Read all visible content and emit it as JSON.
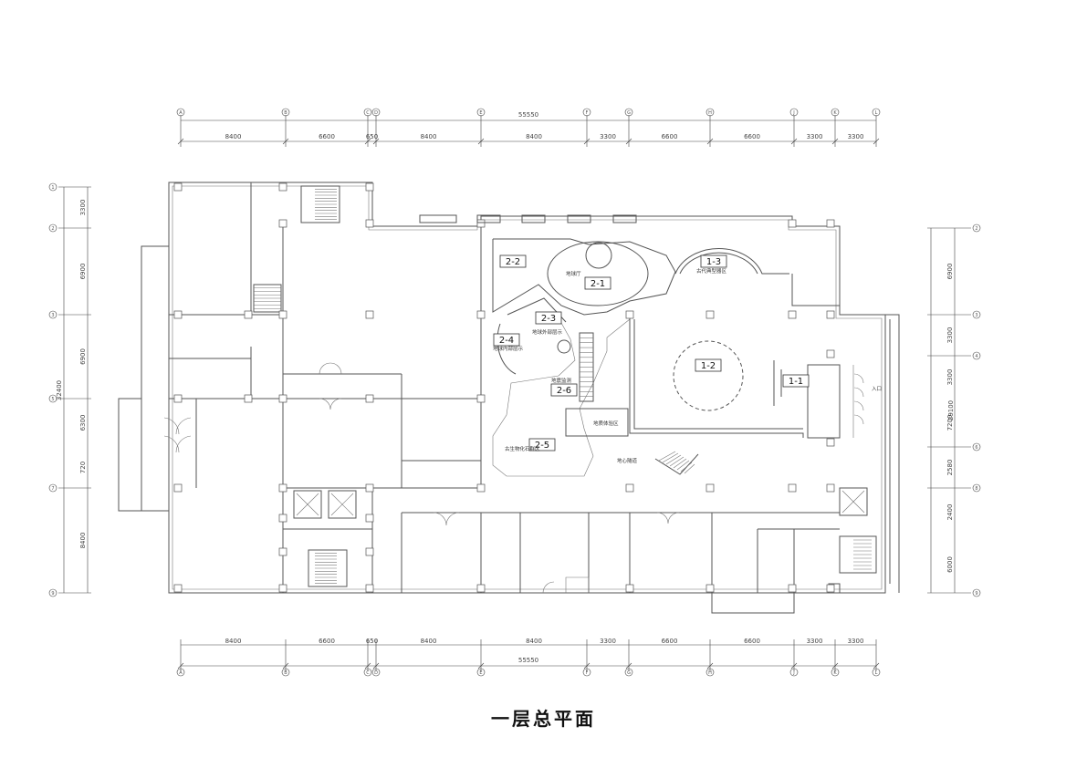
{
  "title": "一层总平面",
  "overall_width": "55550",
  "overall_height": "32400",
  "overall_height_right": "29100",
  "top_dims": [
    "8400",
    "6600",
    "650",
    "8400",
    "8400",
    "3300",
    "6600",
    "6600",
    "3300",
    "3300"
  ],
  "bottom_dims": [
    "8400",
    "6600",
    "650",
    "8400",
    "8400",
    "3300",
    "6600",
    "6600",
    "3300",
    "3300"
  ],
  "left_dims": [
    "3300",
    "6900",
    "6900",
    "6300",
    "720",
    "8400"
  ],
  "right_dims": [
    "6900",
    "3300",
    "3300",
    "7200",
    "2580",
    "2400",
    "6000"
  ],
  "axes_x": [
    "A",
    "B",
    "C",
    "D",
    "E",
    "F",
    "G",
    "H",
    "J",
    "K",
    "L"
  ],
  "axes_y": [
    "1",
    "2",
    "3",
    "4",
    "5",
    "6",
    "7",
    "8",
    "9"
  ],
  "zones": [
    {
      "id": "2-2"
    },
    {
      "id": "2-1"
    },
    {
      "id": "1-3"
    },
    {
      "id": "2-3"
    },
    {
      "id": "2-4"
    },
    {
      "id": "1-2"
    },
    {
      "id": "1-1"
    },
    {
      "id": "2-6"
    },
    {
      "id": "2-5"
    }
  ],
  "rooms": [
    "地球厅",
    "古代典型器区",
    "地球外部层示",
    "地球内部层示",
    "地震监测",
    "地质体验区",
    "古生物化石群区",
    "地心隧道",
    "入口"
  ]
}
